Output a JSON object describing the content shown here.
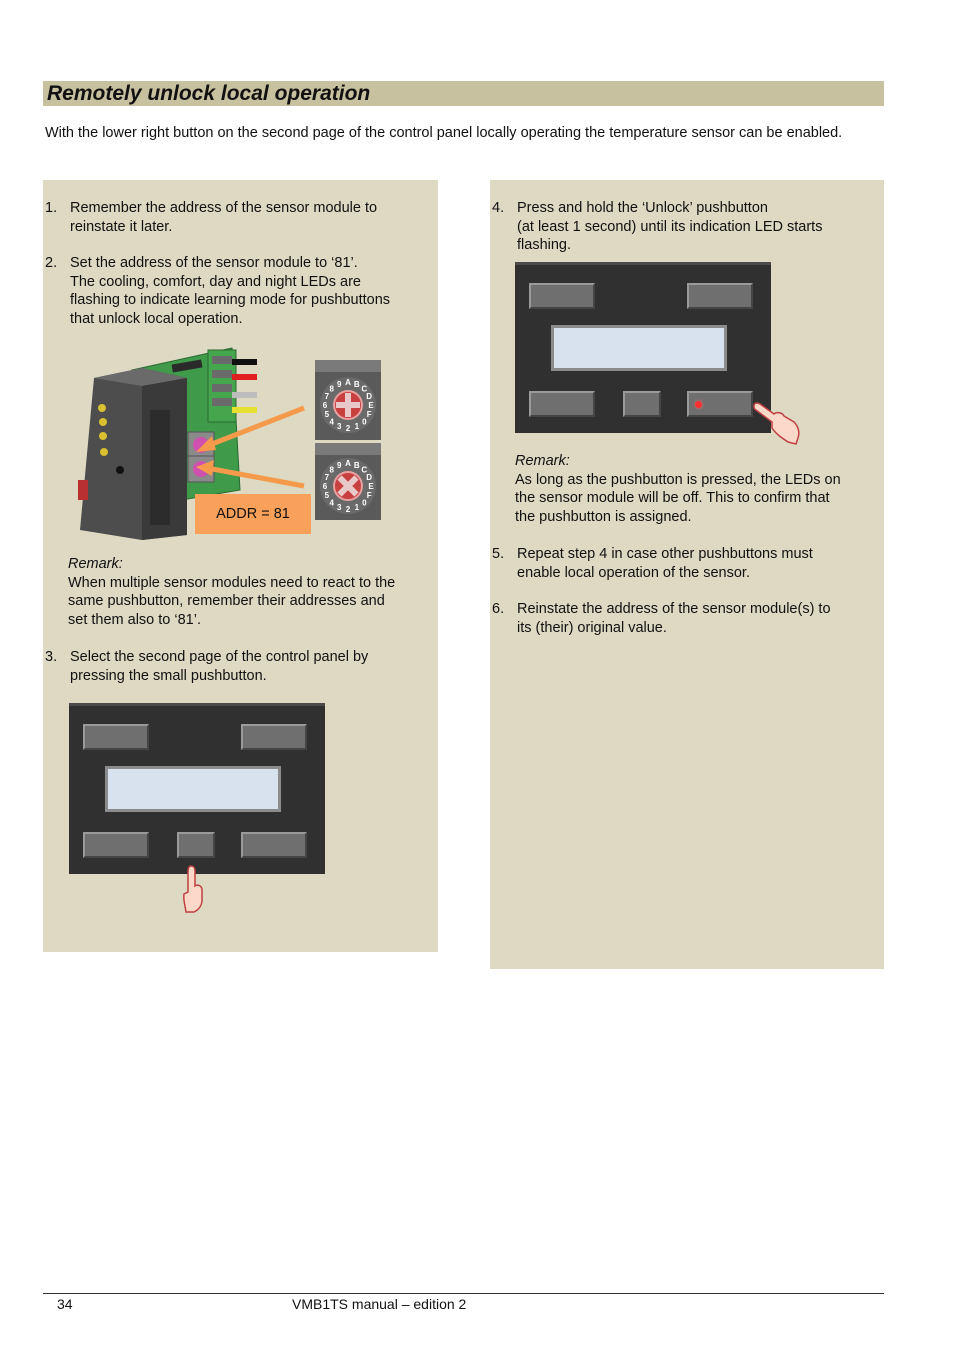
{
  "section": {
    "title": "Remotely unlock local operation"
  },
  "intro": "With the lower right button on the second page of the control panel locally operating the temperature sensor can be enabled.",
  "steps_left": [
    {
      "num": "1.",
      "lines": [
        "Remember the address of the sensor module to",
        "reinstate it later."
      ]
    },
    {
      "num": "2.",
      "lines": [
        "Set the address of the sensor module to ‘81’.",
        "The cooling, comfort, day and night LEDs are",
        "flashing to indicate learning mode for pushbuttons",
        "that unlock local operation."
      ]
    },
    {
      "num": "3.",
      "lines": [
        "Select the second page of the control panel by",
        "pressing the small pushbutton."
      ]
    }
  ],
  "remark_left": {
    "title": "Remark:",
    "lines": [
      "When multiple sensor modules need to react to the",
      "same pushbutton, remember their addresses and",
      "set them also to ‘81’."
    ]
  },
  "addr_label": "ADDR = 81",
  "steps_right": [
    {
      "num": "4.",
      "lines": [
        "Press and hold the ‘Unlock’ pushbutton",
        "(at least 1 second) until its indication LED starts",
        "flashing."
      ]
    },
    {
      "num": "5.",
      "lines": [
        "Repeat step 4 in case other pushbuttons must",
        "enable local operation of the sensor."
      ]
    },
    {
      "num": "6.",
      "lines": [
        "Reinstate the address of the sensor module(s) to",
        "its (their) original value."
      ]
    }
  ],
  "remark_right": {
    "title": "Remark:",
    "lines": [
      "As long as the pushbutton is pressed, the LEDs on",
      "the sensor module will be off. This to confirm that",
      "the pushbutton is assigned."
    ]
  },
  "rotary_digits": "89ABCDEF01234567",
  "footer": {
    "page": "34",
    "title": "VMB1TS manual – edition 2"
  },
  "colors": {
    "heading_bg": "#c8c1a0",
    "panel_bg": "#ddd9c3",
    "addr_bg": "#f9a15a",
    "arrow": "#f59a4a",
    "led": "#ff3030"
  }
}
